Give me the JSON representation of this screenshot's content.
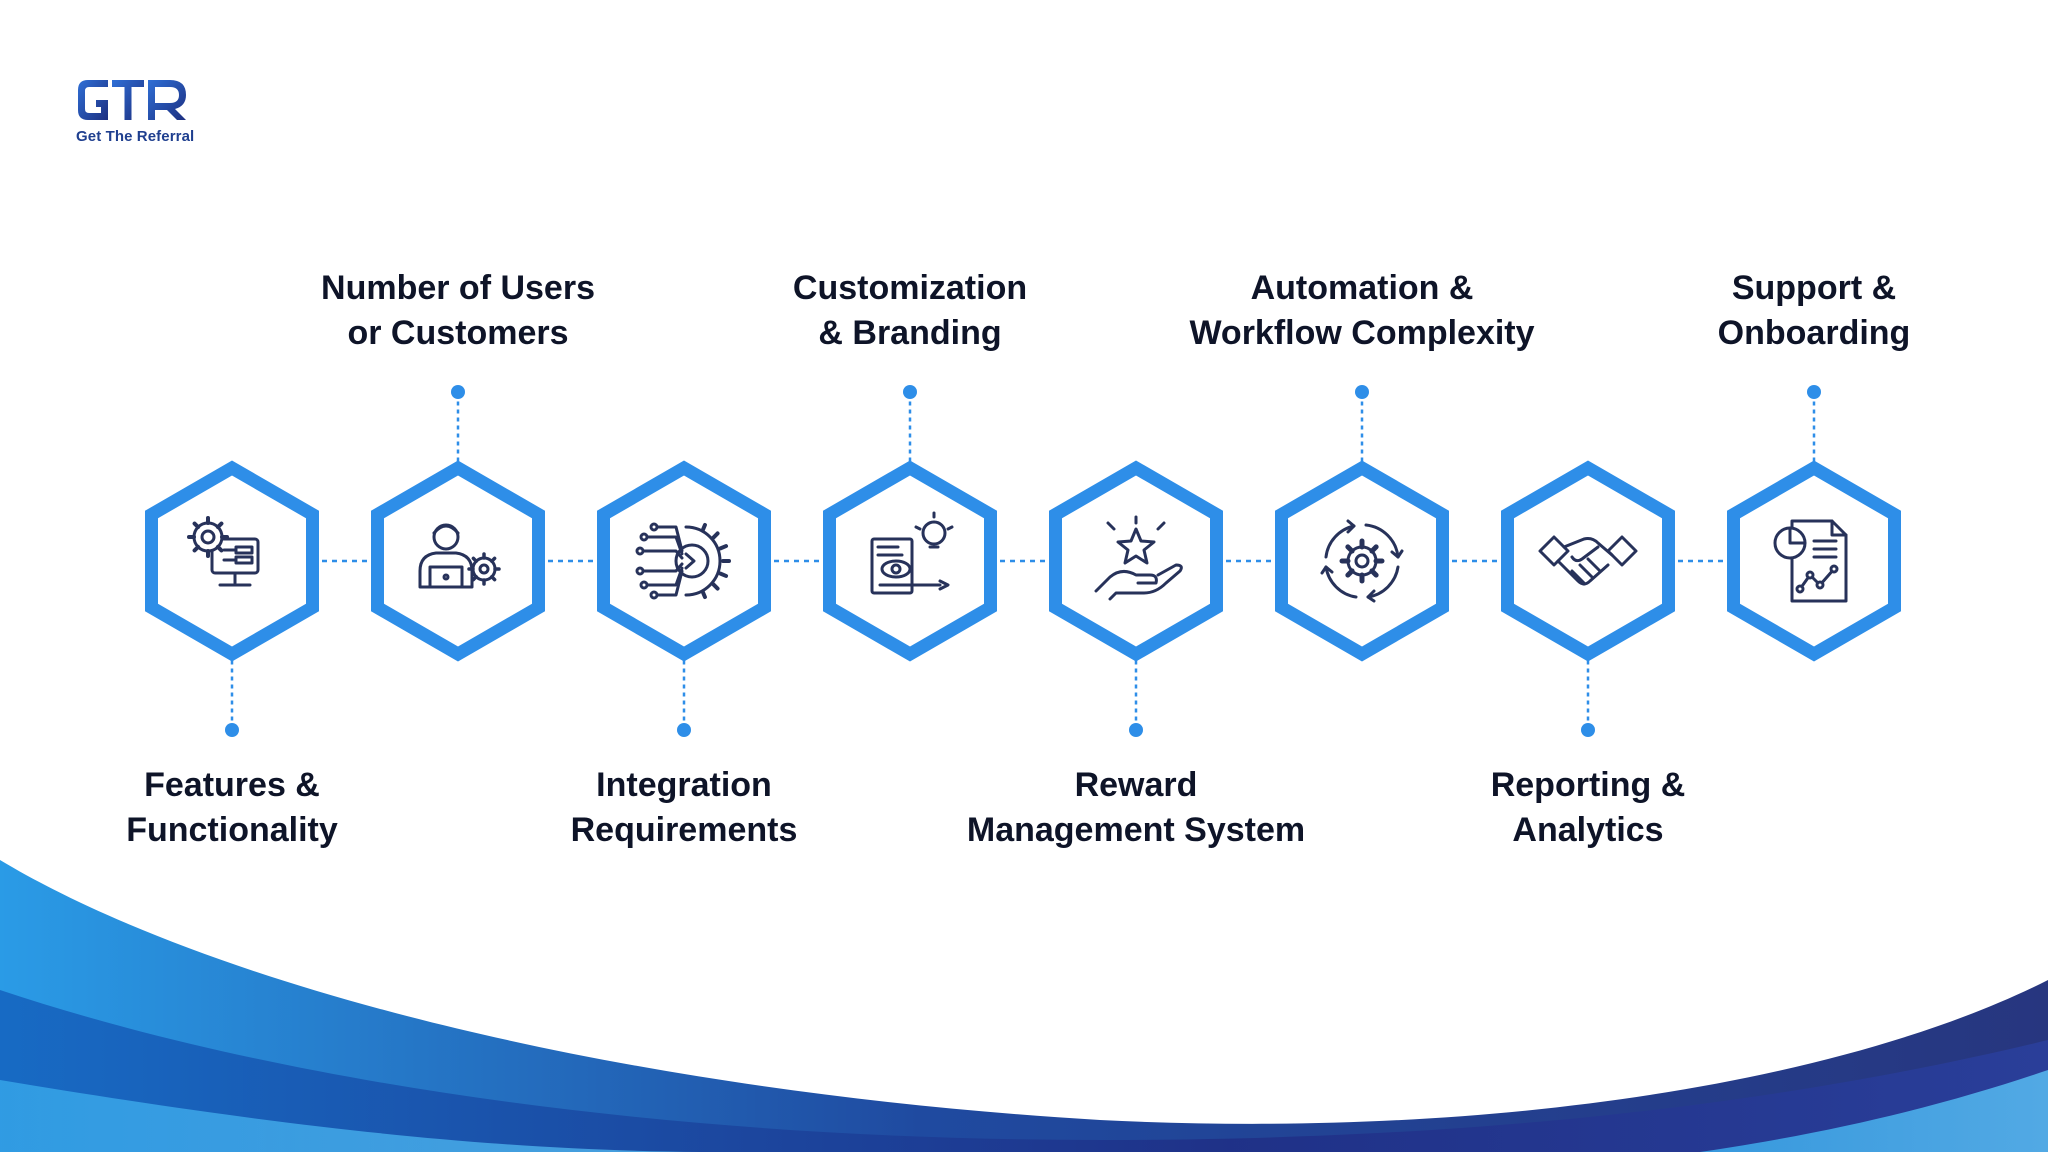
{
  "brand": {
    "logo_text": "GTR",
    "tagline": "Get The Referral"
  },
  "colors": {
    "accent": "#2e8ee8",
    "icon_stroke": "#27325a",
    "text": "#0e1428",
    "wave_dark": "#1f2a7a",
    "wave_light": "#2a9be6"
  },
  "steps": [
    {
      "line1": "Features &",
      "line2": "Functionality",
      "position": "bottom",
      "icon": "settings-monitor-icon"
    },
    {
      "line1": "Number of Users",
      "line2": "or Customers",
      "position": "top",
      "icon": "user-laptop-gear-icon"
    },
    {
      "line1": "Integration",
      "line2": "Requirements",
      "position": "bottom",
      "icon": "circuit-gear-arrow-icon"
    },
    {
      "line1": "Customization",
      "line2": "& Branding",
      "position": "top",
      "icon": "document-eye-bulb-icon"
    },
    {
      "line1": "Reward",
      "line2": "Management System",
      "position": "bottom",
      "icon": "hand-star-icon"
    },
    {
      "line1": "Automation &",
      "line2": "Workflow Complexity",
      "position": "top",
      "icon": "gear-cycle-icon"
    },
    {
      "line1": "Reporting &",
      "line2": "Analytics",
      "position": "bottom",
      "icon": "handshake-icon"
    },
    {
      "line1": "Support &",
      "line2": "Onboarding",
      "position": "top",
      "icon": "report-chart-icon"
    }
  ]
}
